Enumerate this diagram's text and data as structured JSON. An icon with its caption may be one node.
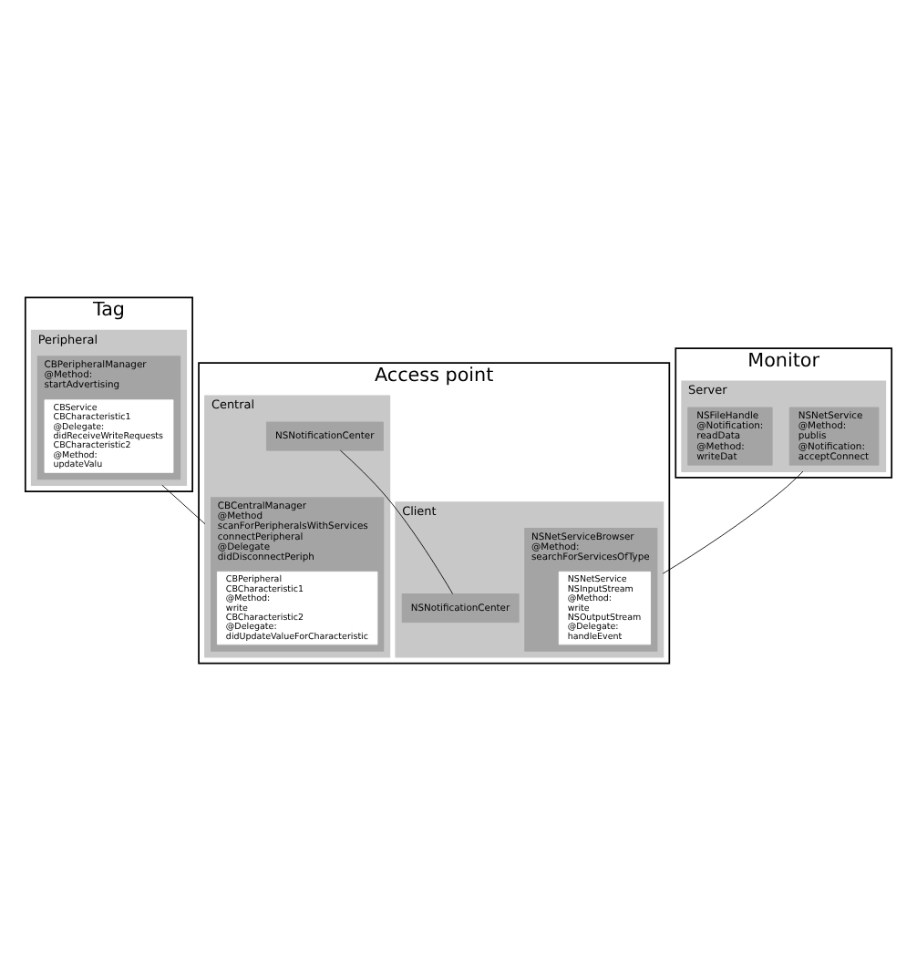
{
  "diagram": {
    "nodes": [
      {
        "text": [
          "Tag"
        ]
      },
      {
        "text": [
          "Peripheral"
        ],
        "in": 0
      },
      {
        "text": [
          "CBPeripheralManager",
          "@Method:",
          "startAdvertising"
        ],
        "in": 1
      },
      {
        "text": [
          "CBService",
          "CBCharacteristic1",
          "@Delegate:",
          "didReceiveWriteRequests",
          "CBCharacteristic2",
          "@Method:",
          "updateValu"
        ],
        "in": 2
      },
      {
        "text": [
          "Monitor"
        ]
      },
      {
        "text": [
          "Server"
        ],
        "in": 4
      },
      {
        "text": [
          "NSNetService",
          "@Method:",
          "publis",
          "@Notification:",
          "acceptConnect"
        ],
        "in": 5
      },
      {
        "text": [
          "NSFileHandle",
          "@Notification:",
          "readData",
          "@Method:",
          "writeDat"
        ],
        "in": 5
      },
      {
        "text": [
          "Access point"
        ]
      },
      {
        "text": [
          "Central"
        ],
        "in": 8
      },
      {
        "text": [
          "CBCentralManager",
          "@Method",
          "scanForPeripheralsWithServices",
          "connectPeripheral",
          "@Delegate",
          "didDisconnectPeriph"
        ],
        "in": 9
      },
      {
        "text": [
          "CBPeripheral",
          "CBCharacteristic1",
          "@Method:",
          "write",
          "CBCharacteristic2",
          "@Delegate:",
          "didUpdateValueForCharacteristic"
        ],
        "in": 10
      },
      {
        "text": [
          "NSNotificationCenter"
        ],
        "in": 9
      },
      {
        "text": [
          "Client"
        ],
        "in": 8
      },
      {
        "text": [
          "NSNetServiceBrowser",
          "@Method:",
          "searchForServicesOfType"
        ],
        "in": 13
      },
      {
        "text": [
          "NSNetService",
          "NSInputStream",
          "@Method:",
          "write",
          "NSOutputStream",
          "@Delegate:",
          "handleEvent"
        ],
        "in": 14
      },
      {
        "text": [
          "NSNotificationCenter"
        ],
        "in": 13
      }
    ],
    "edges": [
      {
        "from": 1,
        "to": 9,
        "arrow": "none"
      },
      {
        "from": 5,
        "to": 13,
        "arrow": "none"
      },
      {
        "from": 12,
        "to": 16,
        "arrow": "none"
      }
    ]
  }
}
